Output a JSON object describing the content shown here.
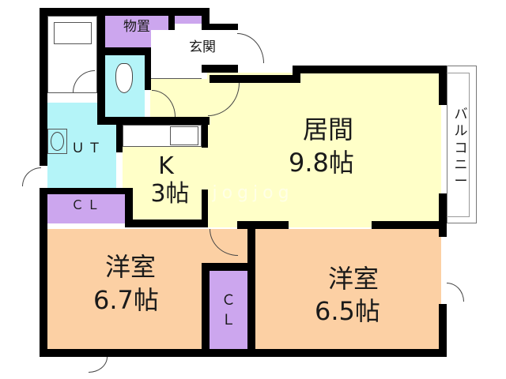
{
  "floorplan": {
    "colors": {
      "wall": "#000000",
      "ldk": "#ffffc8",
      "bedroom": "#fcd0a4",
      "storage": "#cca6ee",
      "wet": "#b4f4f8",
      "entrance": "#ffffff"
    },
    "rooms": {
      "living": {
        "name": "居間",
        "size": "9.8帖"
      },
      "kitchen": {
        "name": "K",
        "size": "3帖"
      },
      "bedroom_west": {
        "name": "洋室",
        "size": "6.7帖"
      },
      "bedroom_east": {
        "name": "洋室",
        "size": "6.5帖"
      },
      "closet_north": {
        "name": "ＣＬ"
      },
      "closet_center": {
        "name": "Ｃ\nＬ"
      },
      "storage": {
        "name": "物置"
      },
      "entrance": {
        "name": "玄関"
      },
      "utility": {
        "name": "ＵＴ"
      },
      "balcony": {
        "name": "バ\nル\nコ\nニ\nー"
      }
    },
    "watermark": "jogjog"
  }
}
